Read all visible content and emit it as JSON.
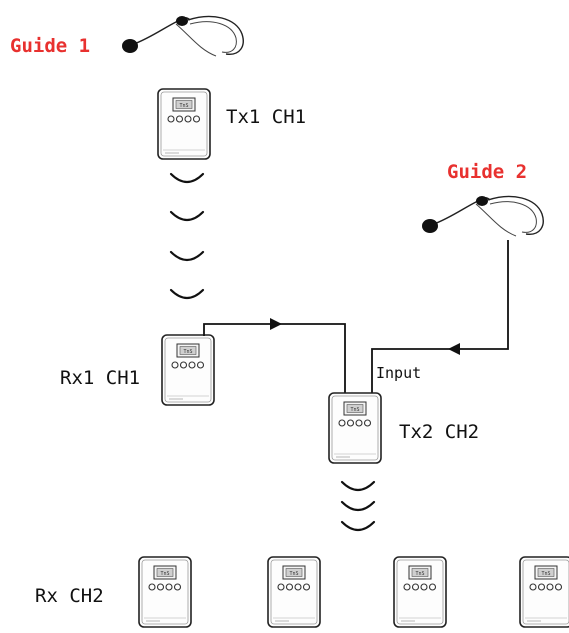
{
  "colors": {
    "guide_label": "#e8312f",
    "text": "#111111",
    "line": "#111111"
  },
  "labels": {
    "guide1": "Guide 1",
    "guide2": "Guide 2",
    "tx1": "Tx1 CH1",
    "rx1": "Rx1 CH1",
    "input": "Input",
    "tx2": "Tx2 CH2",
    "rx_ch2": "Rx CH2"
  },
  "icons": {
    "headset": "headset-microphone-icon",
    "device": "receiver-transmitter-device-icon",
    "wave": "radio-wave-icon",
    "arrow": "arrow-icon"
  }
}
